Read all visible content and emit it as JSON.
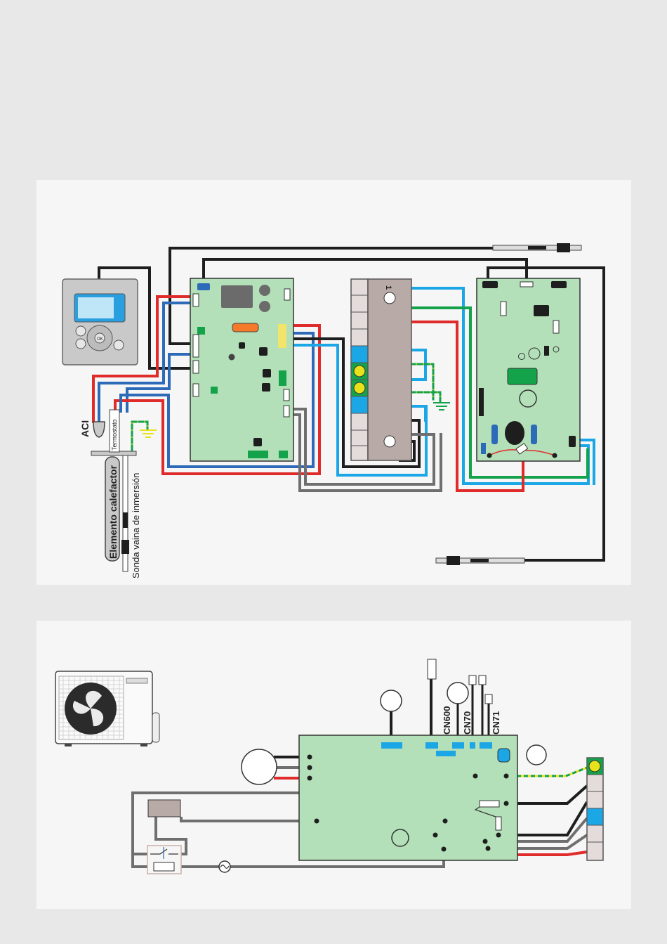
{
  "labels": {
    "aci": "ACI",
    "termostato": "Termostato",
    "elemento_calefactor": "Elemento calefactor",
    "sonda": "Sonda vaina de inmersión",
    "cn600": "CN600",
    "cn70": "CN70",
    "cn71": "CN71",
    "terminal_one": "1",
    "ok_button": "OK"
  },
  "colors": {
    "board_green": "#b3e0b8",
    "wire_black": "#1e1e1e",
    "wire_red": "#e02b2b",
    "wire_blue": "#2d6bb8",
    "wire_lightblue": "#1ba6e6",
    "wire_green": "#14a24b",
    "wire_grey": "#6f6f6f",
    "earth_yellow": "#e8e21a",
    "terminal_grey": "#b8aaa6",
    "panel_bg": "#f6f6f6",
    "page_bg": "#e8e8e8"
  }
}
